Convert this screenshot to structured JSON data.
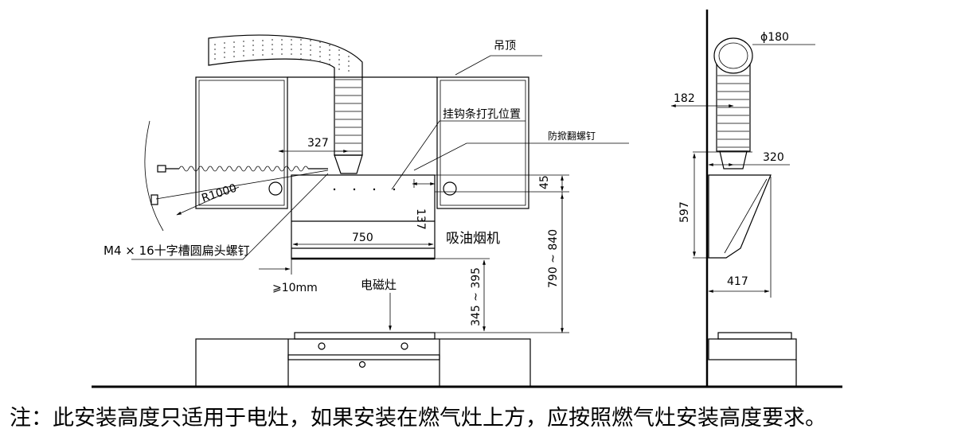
{
  "labels": {
    "ceiling": "吊顶",
    "hook_position": "挂钩条打孔位置",
    "anti_tip_screw": "防掀翻螺钉",
    "range_hood": "吸油烟机",
    "screw_spec": "M4 × 16十字槽圆扁头螺钉",
    "induction_stove": "电磁灶",
    "radius": "R1000"
  },
  "dimensions": {
    "d327": "327",
    "d137": "137",
    "d45": "45",
    "d750": "750",
    "d10mm": "⩾10mm",
    "d345_395": "345 ~ 395",
    "d790_840": "790 ~ 840",
    "phi180": "ϕ180",
    "d182": "182",
    "d320": "320",
    "d597": "597",
    "d417": "417"
  },
  "note": "注：此安装高度只适用于电灶，如果安装在燃气灶上方，应按照燃气灶安装高度要求。"
}
